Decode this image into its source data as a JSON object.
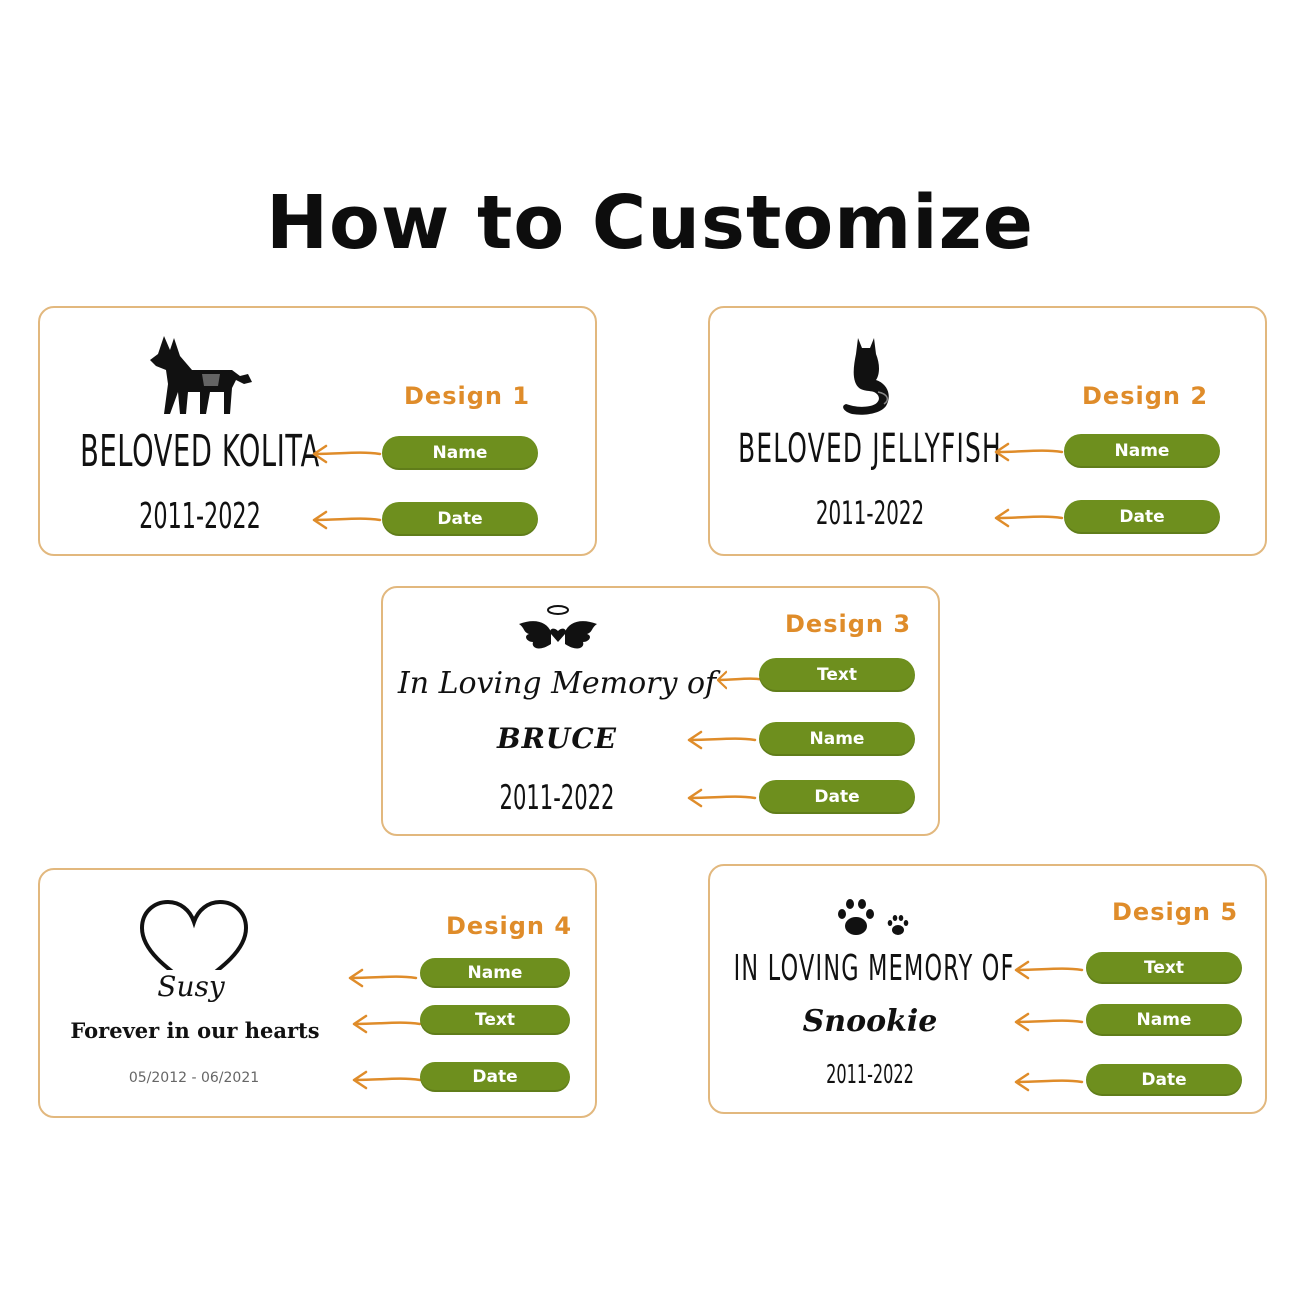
{
  "title": "How to Customize",
  "colors": {
    "accent": "#df8c2a",
    "pill": "#6e8f1e",
    "border": "#e2b87e"
  },
  "designs": [
    {
      "label": "Design 1",
      "icon": "dog-silhouette-icon",
      "name": "BELOVED KOLITA",
      "date": "2011-2022",
      "buttons": [
        "Name",
        "Date"
      ]
    },
    {
      "label": "Design 2",
      "icon": "cat-silhouette-icon",
      "name": "BELOVED JELLYFISH",
      "date": "2011-2022",
      "buttons": [
        "Name",
        "Date"
      ]
    },
    {
      "label": "Design 3",
      "icon": "angel-wings-heart-icon",
      "text": "In Loving Memory of",
      "name": "BRUCE",
      "date": "2011-2022",
      "buttons": [
        "Text",
        "Name",
        "Date"
      ]
    },
    {
      "label": "Design 4",
      "icon": "heart-outline-icon",
      "name": "Susy",
      "text": "Forever in our hearts",
      "date": "05/2012 - 06/2021",
      "buttons": [
        "Name",
        "Text",
        "Date"
      ]
    },
    {
      "label": "Design 5",
      "icon": "paw-prints-icon",
      "text": "IN LOVING MEMORY OF",
      "name": "Snookie",
      "date": "2011-2022",
      "buttons": [
        "Text",
        "Name",
        "Date"
      ]
    }
  ]
}
